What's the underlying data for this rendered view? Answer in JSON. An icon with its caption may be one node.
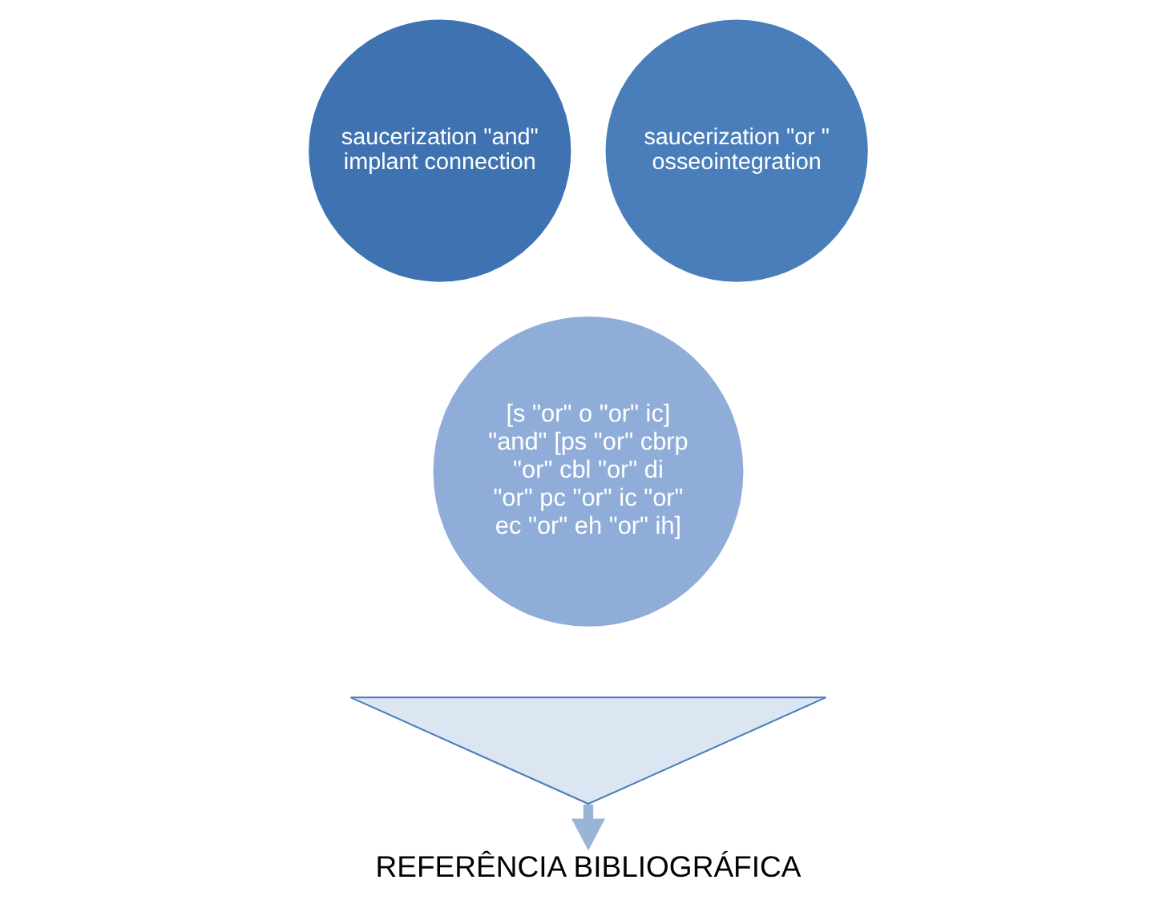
{
  "diagram": {
    "nodes": [
      {
        "text": [],
        "shape": "funnel"
      },
      {
        "text": [
          "saucerization \"and\" implant connection"
        ]
      },
      {
        "text": [
          "saucerization \"or \" osseointegration"
        ]
      },
      {
        "text": [
          "[s \"or\" o \"or\" ic] \"and\" [ps \"or\" cbrp \"or\" cbl \"or\" di \"or\" pc \"or\" ic \"or\" ec \"or\" eh \"or\" ih]"
        ]
      },
      {
        "text": [
          "REFERÊNCIA BIBLIOGRÁFICA"
        ]
      }
    ],
    "edges": [
      {
        "from": 0,
        "to": 4,
        "arrow": "to"
      }
    ]
  }
}
